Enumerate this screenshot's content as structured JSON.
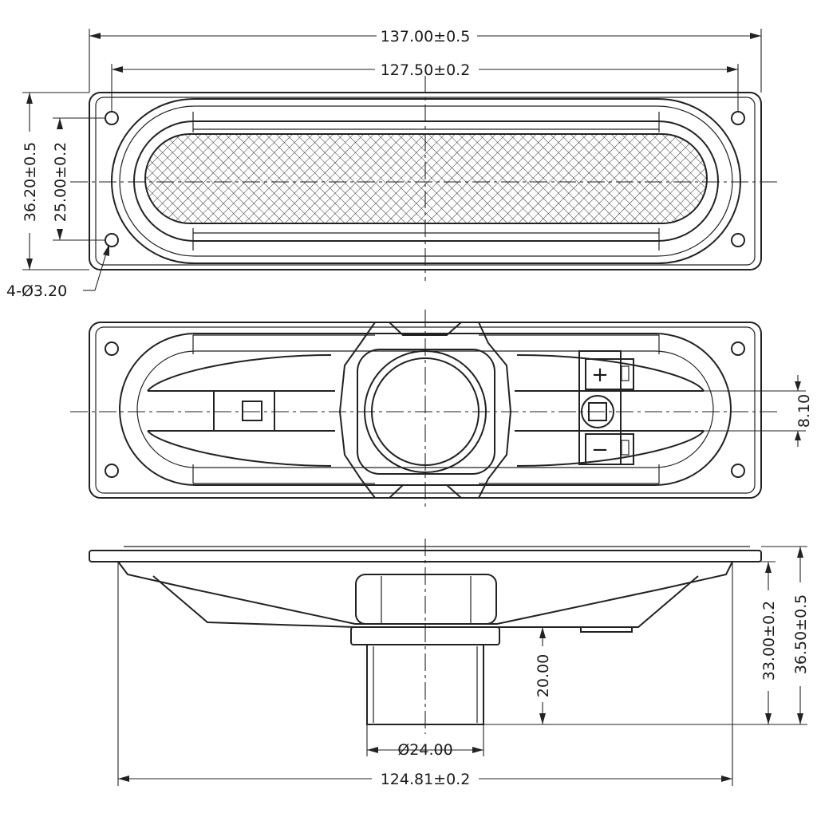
{
  "dimensions": {
    "overall_length": "137.00±0.5",
    "hole_pitch_length": "127.50±0.2",
    "overall_width": "36.20±0.5",
    "hole_pitch_width": "25.00±0.2",
    "mounting_holes": "4-Ø3.20",
    "terminal_offset": "8.10",
    "magnet_height": "20.00",
    "magnet_diameter": "Ø24.00",
    "body_length": "124.81±0.2",
    "body_depth": "33.00±0.2",
    "overall_depth": "36.50±0.5"
  },
  "terminals": {
    "positive": "+",
    "negative": "−"
  }
}
